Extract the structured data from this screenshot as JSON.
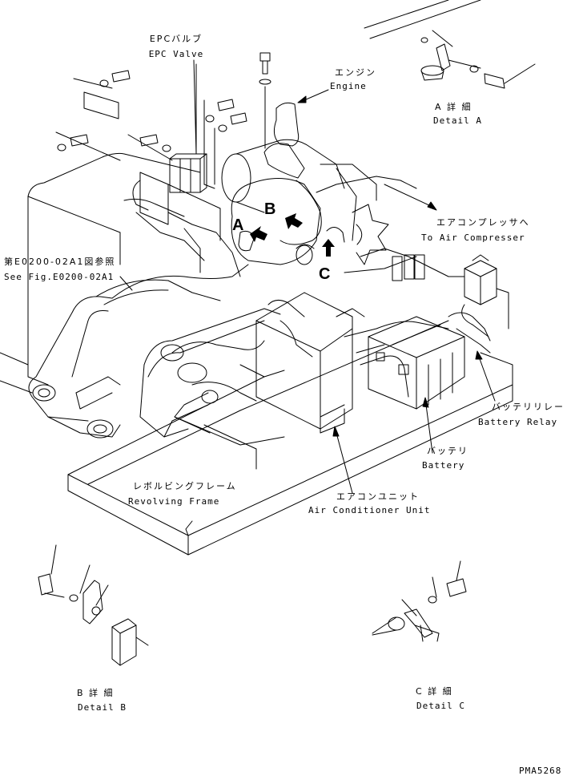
{
  "labels": {
    "epc_jp": "EPCバルブ",
    "epc_en": "EPC Valve",
    "engine_jp": "エンジン",
    "engine_en": "Engine",
    "detail_a_jp": "A 詳 細",
    "detail_a_en": "Detail A",
    "compressor_jp": "エアコンプレッサへ",
    "compressor_en": "To Air Compresser",
    "ref_jp": "第E0200-02A1図参照",
    "ref_en": "See Fig.E0200-02A1",
    "callout_a": "A",
    "callout_b": "B",
    "callout_c": "C",
    "relay_jp": "バッテリリレー",
    "relay_en": "Battery Relay",
    "battery_jp": "バッテリ",
    "battery_en": "Battery",
    "frame_jp": "レボルビングフレーム",
    "frame_en": "Revolving Frame",
    "aircon_jp": "エアコンユニット",
    "aircon_en": "Air Conditioner Unit",
    "detail_b_jp": "B 詳 細",
    "detail_b_en": "Detail B",
    "detail_c_jp": "C 詳 細",
    "detail_c_en": "Detail C",
    "drawing_no": "PMA5268"
  }
}
